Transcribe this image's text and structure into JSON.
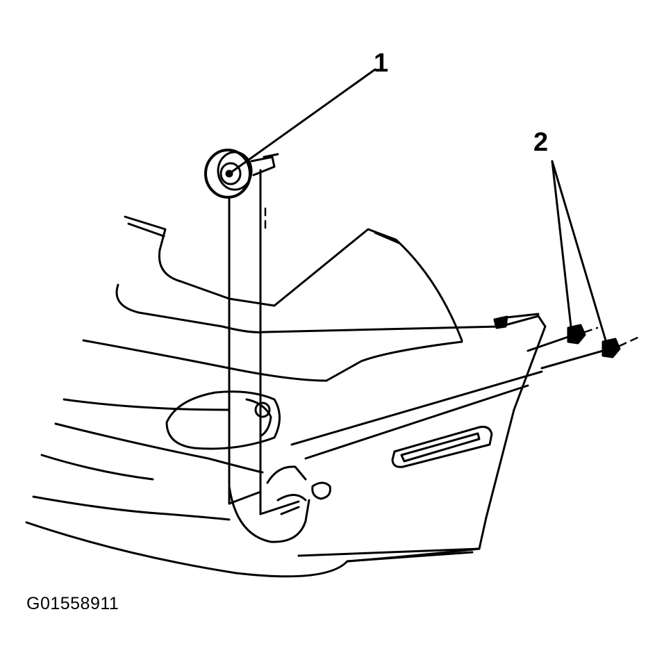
{
  "callouts": {
    "one": "1",
    "two": "2"
  },
  "figure_id": "G01558911",
  "colors": {
    "line": "#000000",
    "background": "#ffffff"
  }
}
